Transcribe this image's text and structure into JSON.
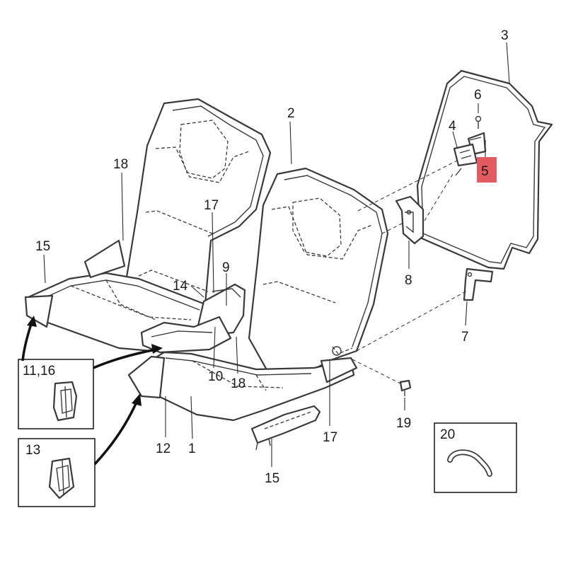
{
  "diagram": {
    "callouts": {
      "c1": "1",
      "c2": "2",
      "c3": "3",
      "c4": "4",
      "c5": "5",
      "c6": "6",
      "c7": "7",
      "c8": "8",
      "c9": "9",
      "c10": "10",
      "c11_16": "11,16",
      "c12": "12",
      "c13": "13",
      "c14": "14",
      "c15_left": "15",
      "c15_bottom": "15",
      "c17_left": "17",
      "c17_right": "17",
      "c18_left": "18",
      "c18_bottom": "18",
      "c19": "19",
      "c20": "20"
    },
    "highlight": {
      "callout": "5",
      "color": "#e35b60"
    },
    "line_color": "#3a3a3a"
  }
}
